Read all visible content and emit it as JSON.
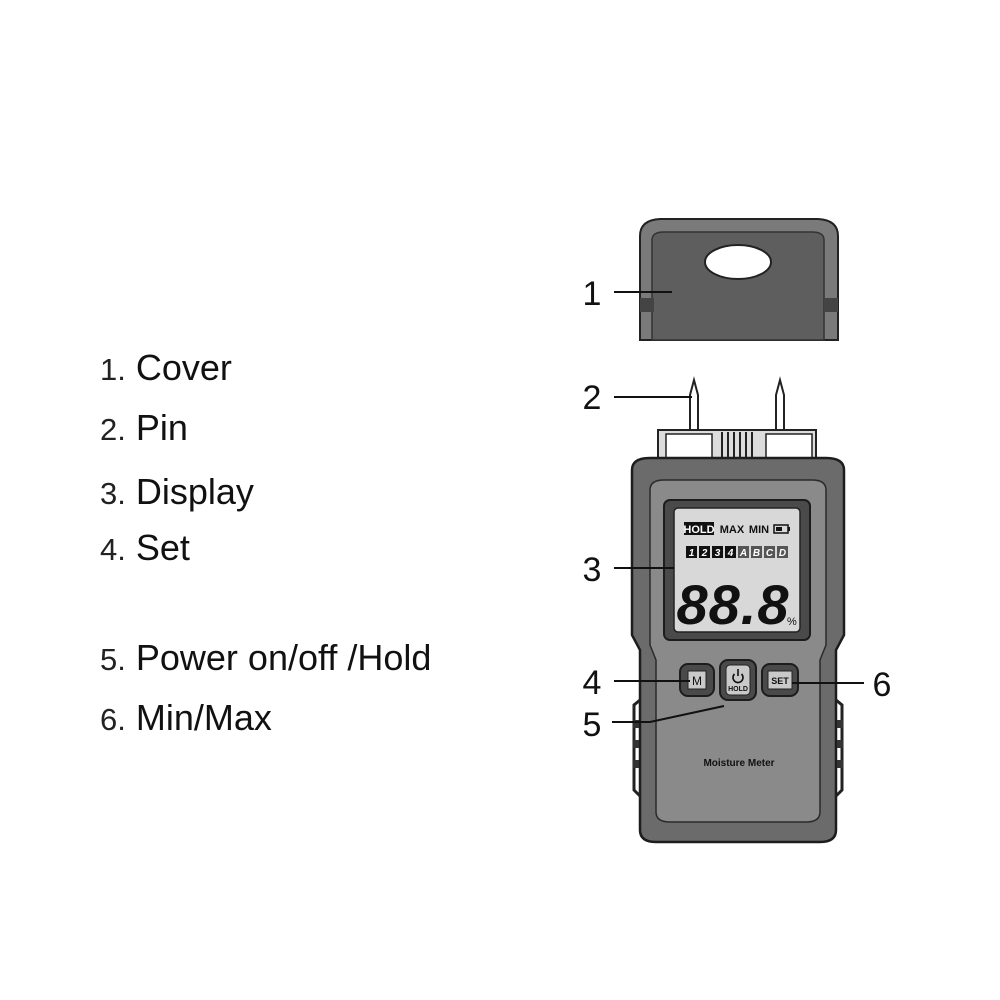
{
  "legend": [
    {
      "num": "1.",
      "label": "Cover"
    },
    {
      "num": "2.",
      "label": "Pin"
    },
    {
      "num": "3.",
      "label": "Display"
    },
    {
      "num": "4.",
      "label": "Set"
    },
    {
      "num": "5.",
      "label": "Power on/off /Hold"
    },
    {
      "num": "6.",
      "label": "Min/Max"
    }
  ],
  "callouts": [
    "1",
    "2",
    "3",
    "4",
    "5",
    "6"
  ],
  "device": {
    "lcd_hold": "HOLD",
    "lcd_max": "MAX",
    "lcd_min": "MIN",
    "lcd_modes": [
      "1",
      "2",
      "3",
      "4",
      "A",
      "B",
      "C",
      "D"
    ],
    "lcd_reading": "88.8",
    "lcd_unit": "%",
    "button_m": "M",
    "button_hold": "HOLD",
    "button_set": "SET",
    "brand_label": "Moisture Meter"
  },
  "colors": {
    "body_fill": "#6b6b6b",
    "body_dark": "#3a3a3a",
    "lcd_fill": "#d8d8d8"
  }
}
